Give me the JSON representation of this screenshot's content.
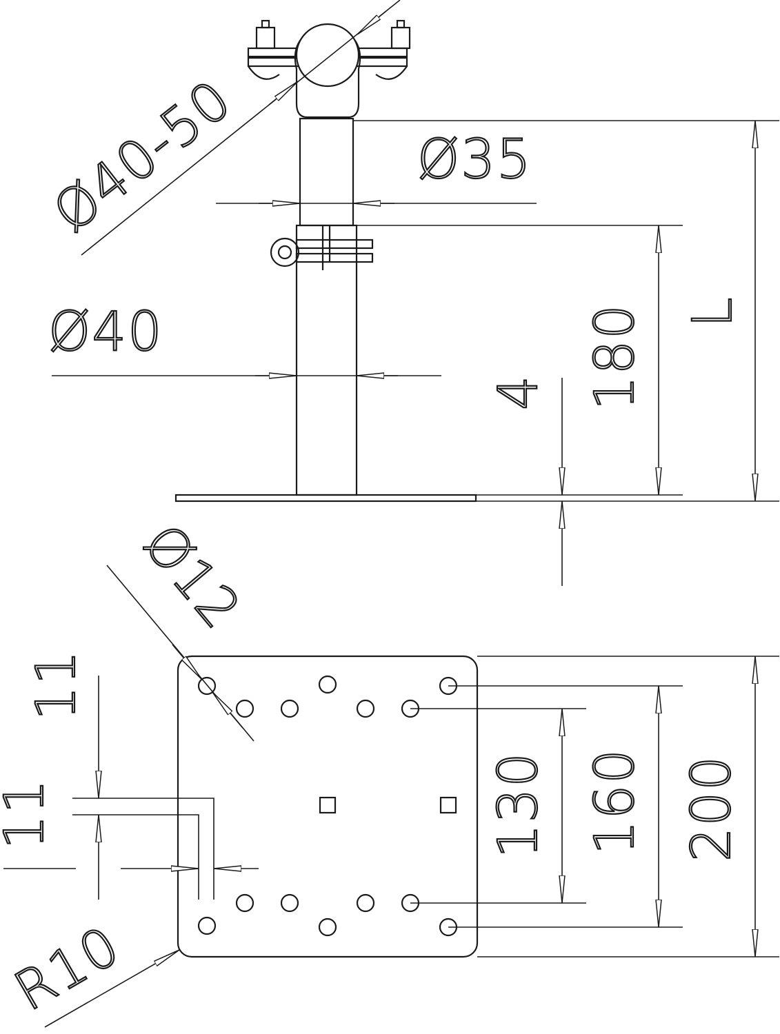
{
  "drawing": {
    "side_view": {
      "clamp_diameter": "Ø40-50",
      "upper_tube_diameter": "Ø35",
      "lower_tube_diameter": "Ø40",
      "total_length": "L",
      "lower_tube_height": "180",
      "plate_thickness": "4"
    },
    "plan_view": {
      "hole_diameter": "Ø12",
      "edge_offset_y": "11",
      "edge_offset_x": "11",
      "inner_hole_spacing": "130",
      "outer_hole_spacing": "160",
      "plate_size": "200",
      "corner_radius": "R10"
    }
  },
  "colors": {
    "line": "#1a1a1a",
    "background": "#ffffff"
  }
}
